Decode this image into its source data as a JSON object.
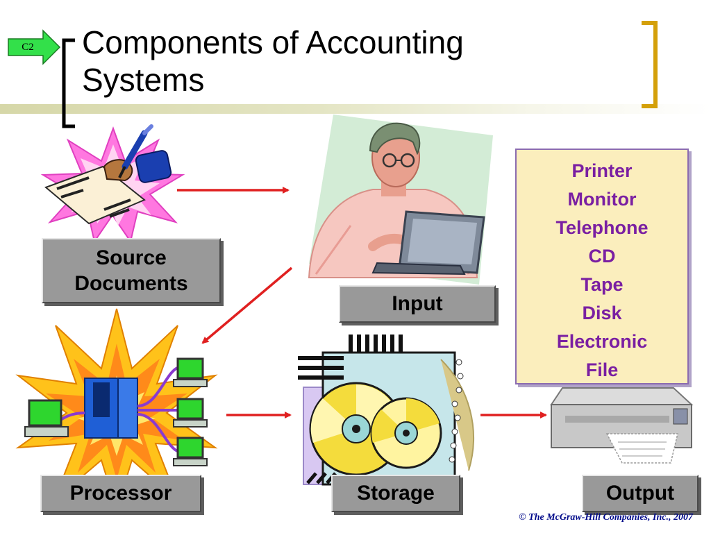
{
  "slide": {
    "badge": "C2",
    "title_line1": "Components of Accounting",
    "title_line2": "Systems",
    "copyright": "© The McGraw-Hill Companies, Inc., 2007"
  },
  "components": {
    "source_documents": {
      "line1": "Source",
      "line2": "Documents"
    },
    "input": "Input",
    "processor": "Processor",
    "storage": "Storage",
    "output": "Output"
  },
  "output_devices": [
    "Printer",
    "Monitor",
    "Telephone",
    "CD",
    "Tape",
    "Disk",
    "Electronic",
    "File"
  ],
  "colors": {
    "accent_bracket": "#d4a00a",
    "arrow": "#e02020",
    "label_box": "#999999",
    "device_text": "#7a1fa2",
    "device_box": "#fbeebd"
  }
}
